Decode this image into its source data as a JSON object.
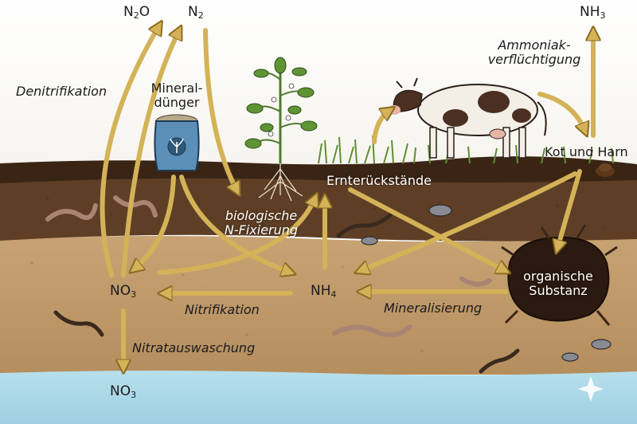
{
  "labels": {
    "n2o": {
      "main": "N",
      "sub": "2",
      "tail": "O"
    },
    "n2": {
      "main": "N",
      "sub": "2"
    },
    "nh3": {
      "main": "NH",
      "sub": "3"
    },
    "no3_soil": {
      "main": "NO",
      "sub": "3"
    },
    "no3_water": {
      "main": "NO",
      "sub": "3"
    },
    "nh4": {
      "main": "NH",
      "sub": "4"
    },
    "denitrifikation": "Denitrifikation",
    "mineralduenger_line1": "Mineral-",
    "mineralduenger_line2": "dünger",
    "ammoniak_line1": "Ammoniak-",
    "ammoniak_line2": "verflüchtigung",
    "kot_und_harn": "Kot und Harn",
    "ernterueckstaende": "Ernterückstände",
    "fixierung_line1": "biologische",
    "fixierung_line2": "N-Fixierung",
    "organische_line1": "organische",
    "organische_line2": "Substanz",
    "nitrifikation": "Nitrifikation",
    "mineralisierung": "Mineralisierung",
    "nitratauswaschung": "Nitratauswaschung"
  },
  "colors": {
    "arrow": "#d4b257",
    "arrow_edge": "#8a6a22",
    "topsoil": "#3d2616",
    "midsoil": "#5c3d24",
    "subsoil": "#bf9a6c",
    "water": "#a9d6e6",
    "grass": "#5e8f35"
  },
  "icons": [
    "fertilizer-bag-icon",
    "plant-icon",
    "cow-icon",
    "earthworm-icon",
    "woodlouse-icon",
    "centipede-icon",
    "manure-icon",
    "sparkle-icon"
  ]
}
